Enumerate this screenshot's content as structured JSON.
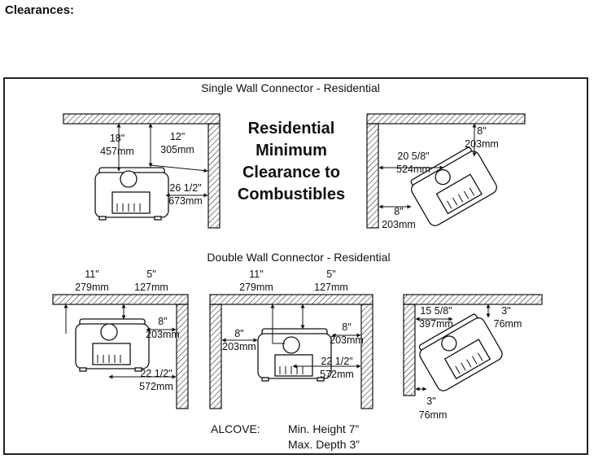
{
  "heading": "Clearances:",
  "single_wall": {
    "title": "Single Wall Connector - Residential",
    "left": {
      "top_a": "18\"",
      "top_a_mm": "457mm",
      "top_b": "12\"",
      "top_b_mm": "305mm",
      "side": "26 1/2\"",
      "side_mm": "673mm"
    },
    "center_title": [
      "Residential",
      "Minimum",
      "Clearance to",
      "Combustibles"
    ],
    "right": {
      "top": "8\"",
      "top_mm": "203mm",
      "diag": "20 5/8\"",
      "diag_mm": "524mm",
      "side": "8\"",
      "side_mm": "203mm"
    }
  },
  "double_wall": {
    "title": "Double Wall Connector - Residential",
    "left": {
      "top_a": "11\"",
      "top_a_mm": "279mm",
      "top_b": "5\"",
      "top_b_mm": "127mm",
      "side": "8\"",
      "side_mm": "203mm",
      "side2": "22 1/2\"",
      "side2_mm": "572mm"
    },
    "center": {
      "top_a": "11\"",
      "top_a_mm": "279mm",
      "top_b": "5\"",
      "top_b_mm": "127mm",
      "left": "8\"",
      "left_mm": "203mm",
      "right": "8\"",
      "right_mm": "203mm",
      "side2": "22 1/2\"",
      "side2_mm": "572mm"
    },
    "right": {
      "diag": "15 5/8\"",
      "diag_mm": "397mm",
      "top": "3\"",
      "top_mm": "76mm",
      "side": "3\"",
      "side_mm": "76mm"
    }
  },
  "alcove": {
    "label": "ALCOVE:",
    "min_height": "Min. Height 7”",
    "max_depth": "Max. Depth 3”"
  }
}
